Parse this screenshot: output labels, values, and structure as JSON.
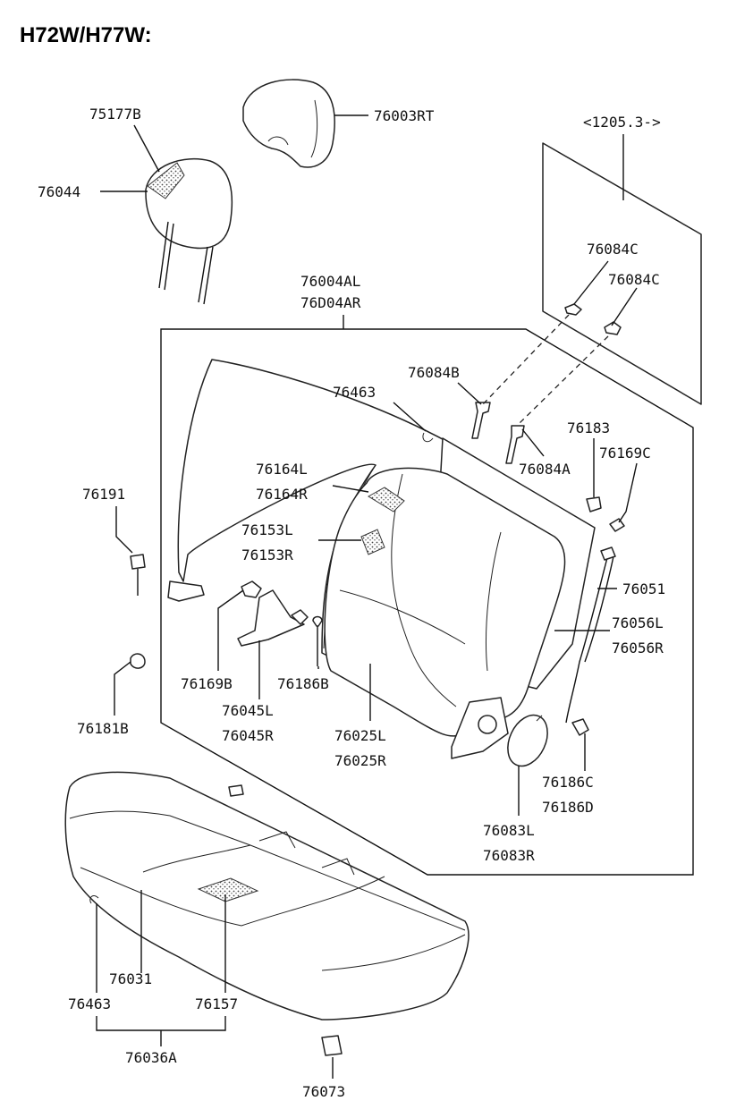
{
  "title": "H72W/H77W:",
  "labels": {
    "p75177B": "75177B",
    "p76044": "76044",
    "p76003RT": "76003RT",
    "p1205": "<1205.3->",
    "p76004AL": "76004AL",
    "p76004AR": "76D04AR",
    "p76084C_1": "76084C",
    "p76084C_2": "76084C",
    "p76084B": "76084B",
    "p76463_top": "76463",
    "p76183": "76183",
    "p76084A": "76084A",
    "p76169C": "76169C",
    "p76164L": "76164L",
    "p76164R": "76164R",
    "p76191": "76191",
    "p76153L": "76153L",
    "p76153R": "76153R",
    "p76051": "76051",
    "p76056L": "76056L",
    "p76056R": "76056R",
    "p76169B": "76169B",
    "p76186B": "76186B",
    "p76045L": "76045L",
    "p76045R": "76045R",
    "p76181B": "76181B",
    "p76025L": "76025L",
    "p76025R": "76025R",
    "p76186C": "76186C",
    "p76186D": "76186D",
    "p76083L": "76083L",
    "p76083R": "76083R",
    "p76031": "76031",
    "p76463_bottom": "76463",
    "p76157": "76157",
    "p76036A": "76036A",
    "p76073": "76073"
  }
}
